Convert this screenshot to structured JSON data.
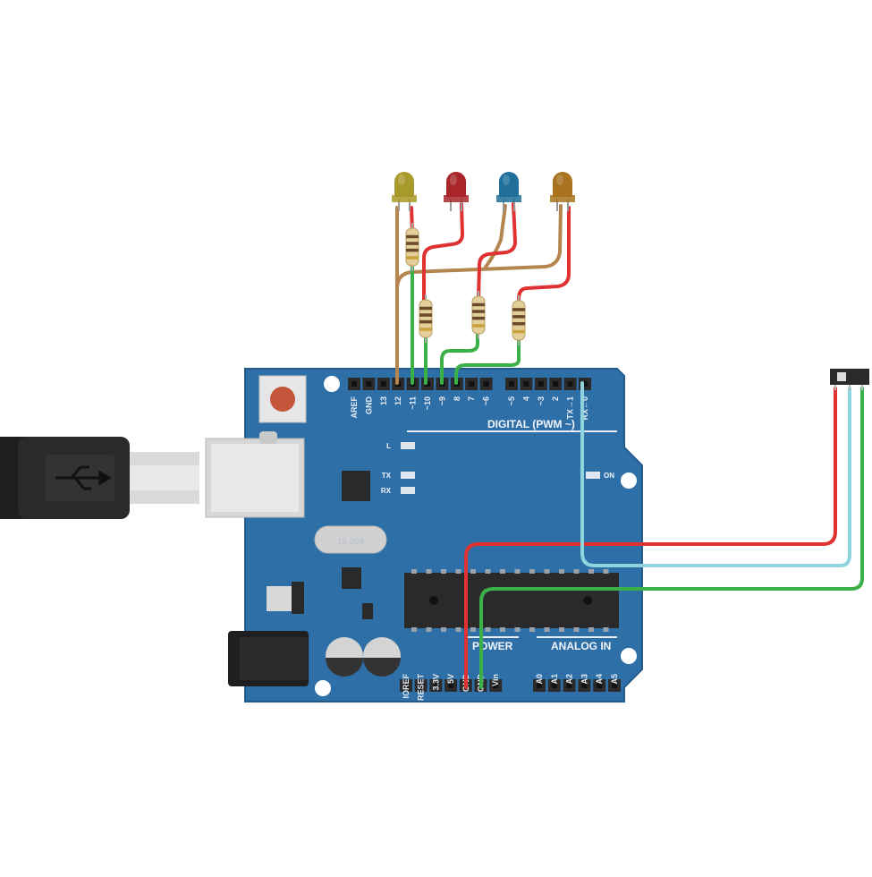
{
  "board": {
    "name": "Arduino Uno",
    "color": "#2f6fa8",
    "digital_header_label": "DIGITAL (PWM ~)",
    "power_header_label": "POWER",
    "analog_header_label": "ANALOG IN",
    "led_l": "L",
    "led_tx": "TX",
    "led_rx": "RX",
    "led_on": "ON",
    "digital_pins": [
      "AREF",
      "GND",
      "13",
      "12",
      "~11",
      "~10",
      "~9",
      "8",
      "7",
      "~6",
      "~5",
      "4",
      "~3",
      "2",
      "TX→1",
      "RX←0"
    ],
    "power_pins": [
      "IOREF",
      "RESET",
      "3.3V",
      "5V",
      "GND",
      "GND",
      "Vin"
    ],
    "analog_pins": [
      "A0",
      "A1",
      "A2",
      "A3",
      "A4",
      "A5"
    ],
    "crystal_text": "16.000"
  },
  "leds": [
    {
      "color_name": "yellow",
      "color": "#a89a2a"
    },
    {
      "color_name": "red",
      "color": "#a8262a"
    },
    {
      "color_name": "blue",
      "color": "#1f6f9a"
    },
    {
      "color_name": "orange",
      "color": "#a8721f"
    }
  ],
  "wire_colors": {
    "red": "#e03232",
    "green": "#3cb048",
    "brown": "#b5854f",
    "cyan": "#8fd3dc"
  },
  "component_labels": {
    "usb_cable": "usb-icon",
    "slide_switch": "slide-switch"
  }
}
